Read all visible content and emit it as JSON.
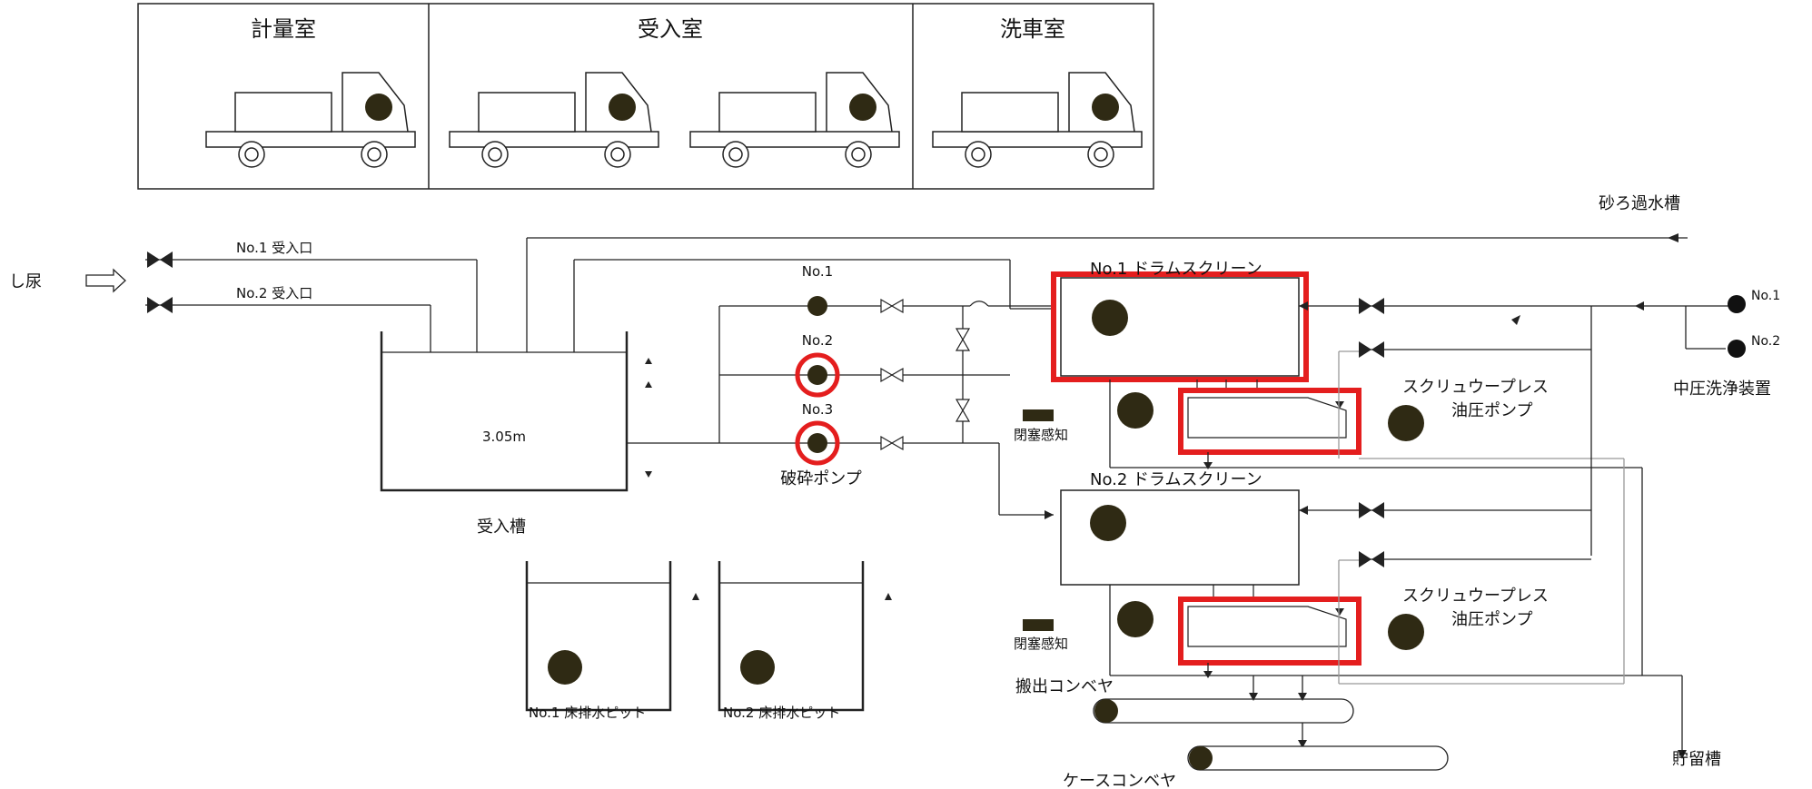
{
  "colors": {
    "line": "#222222",
    "highlight": "#e41e1e",
    "equipment": "#2f2a14"
  },
  "rooms": [
    {
      "label": "計量室"
    },
    {
      "label": "受入室"
    },
    {
      "label": "洗車室"
    }
  ],
  "labels": {
    "night_soil": "し尿",
    "inlet_1": "No.1 受入口",
    "inlet_2": "No.2 受入口",
    "tank_value": "3.05m",
    "receiving_tank": "受入槽",
    "pump_1": "No.1",
    "pump_2": "No.2",
    "pump_3": "No.3",
    "crusher_pump": "破砕ポンプ",
    "drum_screen_1": "No.1 ドラムスクリーン",
    "drum_screen_2": "No.2 ドラムスクリーン",
    "blockage_1": "閉塞感知",
    "blockage_2": "閉塞感知",
    "screw_press_1_line1": "スクリュウープレス",
    "screw_press_1_line2": "油圧ポンプ",
    "screw_press_2_line1": "スクリュウープレス",
    "screw_press_2_line2": "油圧ポンプ",
    "sand_filter_tank": "砂ろ過水槽",
    "mp_no1": "No.1",
    "mp_no2": "No.2",
    "medium_pressure_washer": "中圧洗浄装置",
    "pit_1": "No.1 床排水ピット",
    "pit_2": "No.2 床排水ピット",
    "discharge_conveyor": "搬出コンベヤ",
    "case_conveyor": "ケースコンベヤ",
    "storage_tank": "貯留槽"
  }
}
